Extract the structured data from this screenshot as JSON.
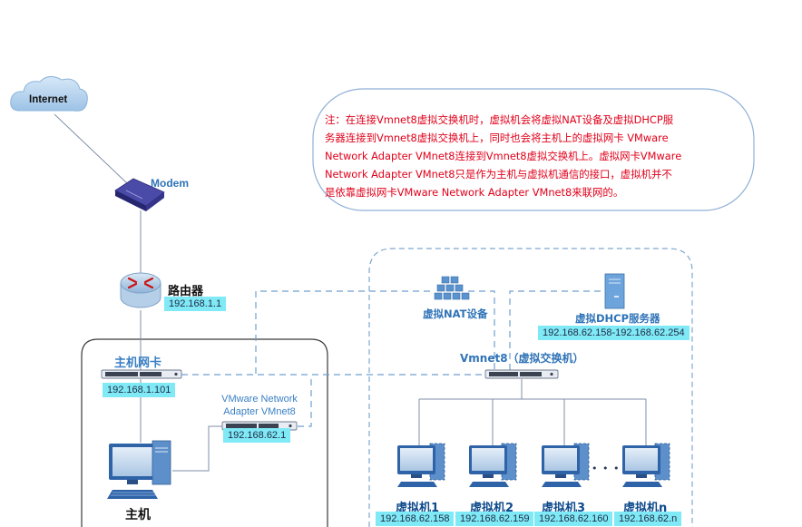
{
  "internet": {
    "label": "Internet"
  },
  "modem": {
    "label": "Modem"
  },
  "router": {
    "label": "路由器",
    "ip": "192.168.1.1"
  },
  "host_nic": {
    "label": "主机网卡",
    "ip": "192.168.1.101"
  },
  "vmnet_adapter": {
    "label_line1": "VMware Network",
    "label_line2": "Adapter VMnet8",
    "ip": "192.168.62.1"
  },
  "host": {
    "label": "主机"
  },
  "nat": {
    "label": "虚拟NAT设备"
  },
  "dhcp": {
    "label": "虚拟DHCP服务器",
    "range": "192.168.62.158-192.168.62.254"
  },
  "vmnet_switch": {
    "label": "Vmnet8（虚拟交换机）"
  },
  "note": {
    "lines": [
      "注：在连接Vmnet8虚拟交换机时，虚拟机会将虚拟NAT设备及虚拟DHCP服",
      "务器连接到Vmnet8虚拟交换机上，同时也会将主机上的虚拟网卡 VMware",
      "Network Adapter VMnet8连接到Vmnet8虚拟交换机上。虚拟网卡VMware",
      "Network Adapter VMnet8只是作为主机与虚拟机通信的接口，虚拟机并不",
      "是依靠虚拟网卡VMware Network Adapter VMnet8来联网的。"
    ]
  },
  "vms": [
    {
      "name": "虚拟机1",
      "ip": "192.168.62.158"
    },
    {
      "name": "虚拟机2",
      "ip": "192.168.62.159"
    },
    {
      "name": "虚拟机3",
      "ip": "192.168.62.160"
    },
    {
      "name": "虚拟机n",
      "ip": "192.168.62.n"
    }
  ],
  "ellipsis": "• • •",
  "colors": {
    "line_gray": "#7f8fa8",
    "dash_blue": "#6f9fcf",
    "ip_tag_bg": "#7fe9f6",
    "note_red": "#e0001a",
    "label_blue": "#2f73b7"
  }
}
